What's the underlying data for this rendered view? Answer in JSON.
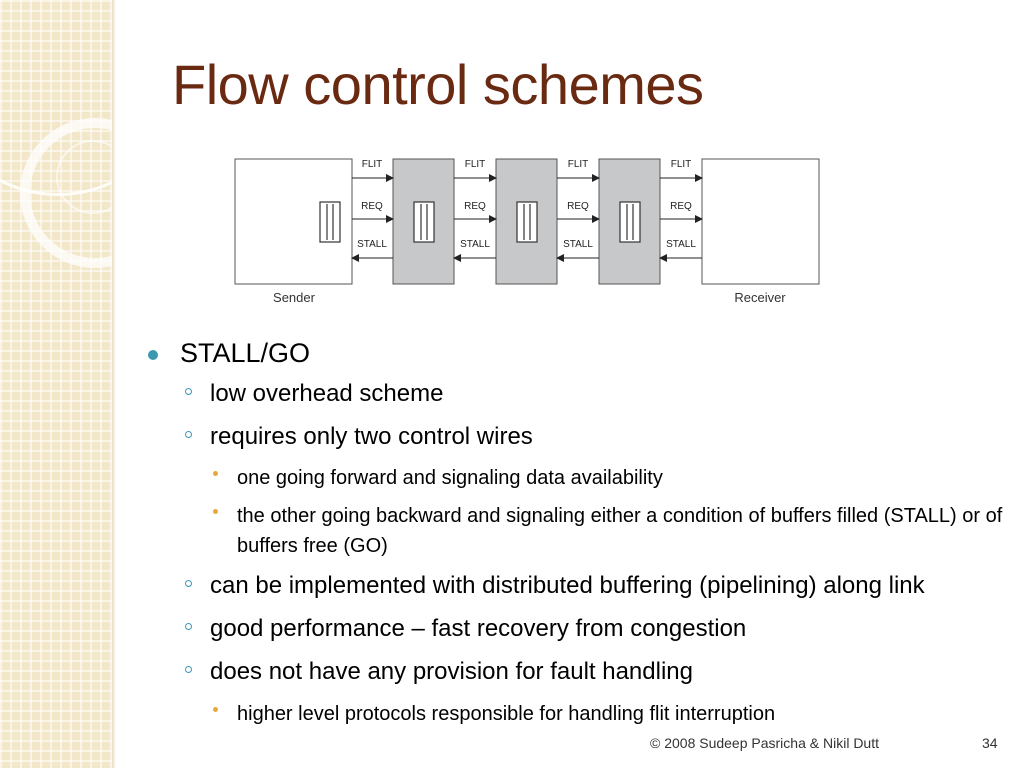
{
  "slide": {
    "title": "Flow control schemes",
    "footer": "© 2008 Sudeep Pasricha & Nikil Dutt",
    "page_number": "34"
  },
  "diagram": {
    "signal_labels": [
      "FLIT",
      "REQ",
      "STALL"
    ],
    "sender_label": "Sender",
    "receiver_label": "Receiver",
    "node_fill": "#c7c8ca",
    "endpoint_fill": "#ffffff"
  },
  "bullets": [
    {
      "level": 1,
      "text": "STALL/GO"
    },
    {
      "level": 2,
      "text": "low overhead scheme"
    },
    {
      "level": 2,
      "text": "requires only two control wires"
    },
    {
      "level": 3,
      "text": "one going forward and signaling data availability"
    },
    {
      "level": 3,
      "text": "the other going backward and signaling either a condition of buffers filled (STALL) or of buffers free (GO)"
    },
    {
      "level": 2,
      "text": "can be implemented with distributed buffering (pipelining) along link"
    },
    {
      "level": 2,
      "text": "good performance – fast recovery from congestion"
    },
    {
      "level": 2,
      "text": "does not have any provision for fault handling"
    },
    {
      "level": 3,
      "text": "higher level protocols responsible for handling flit interruption"
    }
  ],
  "colors": {
    "title": "#6a2a12",
    "bullet_level1": "#3a99b0",
    "bullet_level3": "#e8a83a",
    "strip": "#f3e7c9"
  }
}
